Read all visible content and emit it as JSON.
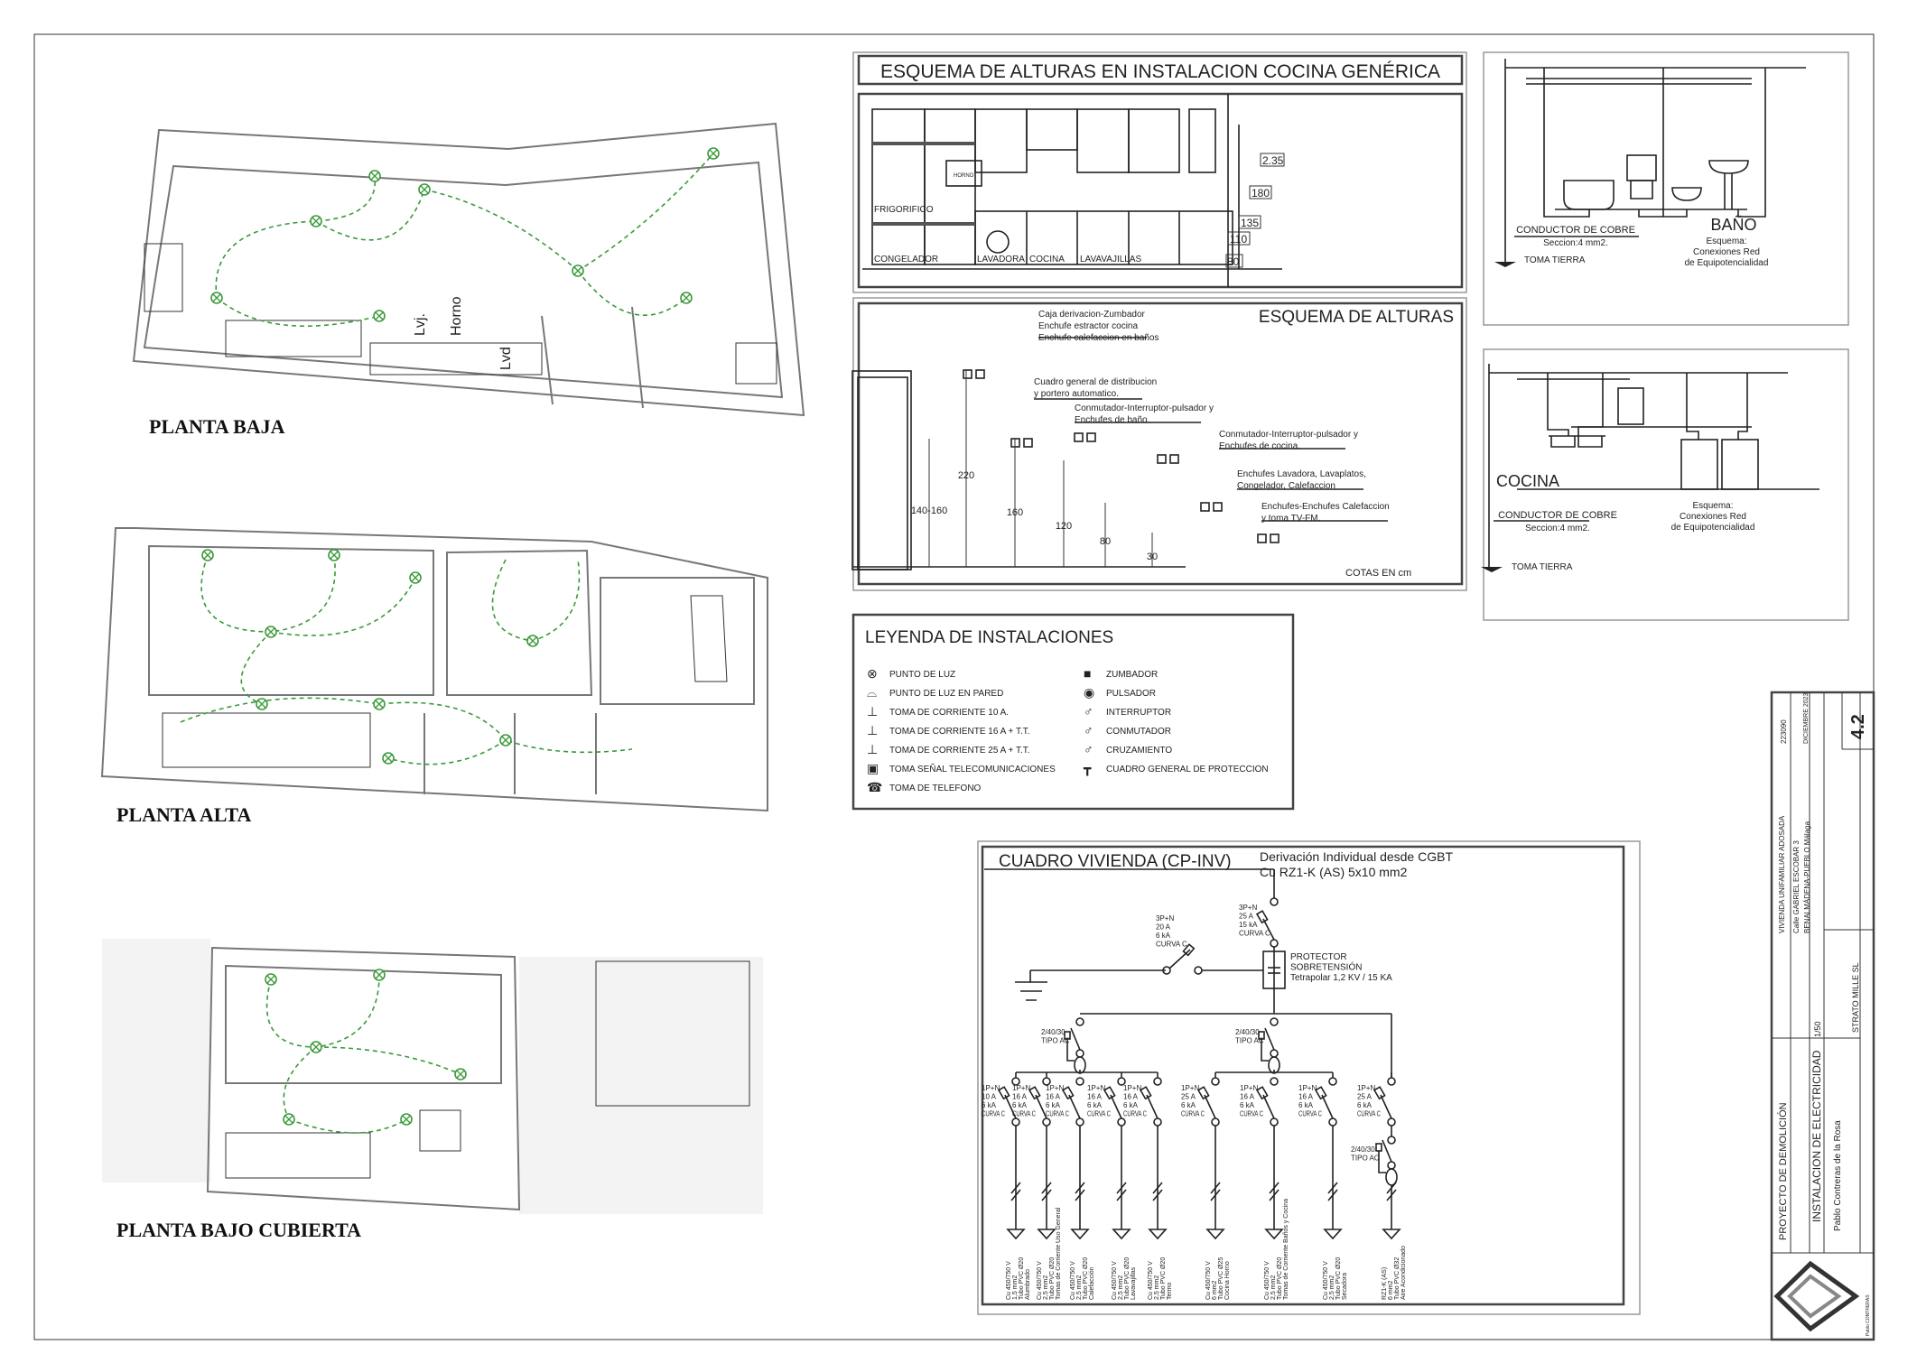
{
  "plans": {
    "planta_baja": "PLANTA BAJA",
    "planta_alta": "PLANTA ALTA",
    "planta_bajo_cubierta": "PLANTA BAJO CUBIERTA",
    "kitchen_labels": [
      "Lvj.",
      "Horno",
      "Lvd"
    ]
  },
  "kitchen_scheme": {
    "title": "ESQUEMA DE ALTURAS EN INSTALACION COCINA GENÉRICA",
    "labels": [
      "FRIGORIFICO",
      "CONGELADOR",
      "LAVADORA",
      "COCINA",
      "LAVAVAJILLAS",
      "HORNO"
    ],
    "heights": [
      "2.35",
      "180",
      "135",
      "110",
      "80"
    ]
  },
  "heights_scheme": {
    "title": "ESQUEMA DE ALTURAS",
    "notes": [
      [
        "Caja derivacion-Zumbador",
        "Enchufe estractor cocina",
        "Enchufe calefaccion en baños"
      ],
      [
        "Cuadro general de distribucion",
        "y portero automatico."
      ],
      [
        "Conmutador-Interruptor-pulsador y",
        "Enchufes de baño."
      ],
      [
        "Conmutador-Interruptor-pulsador y",
        "Enchufes de cocina."
      ],
      [
        "Enchufes Lavadora, Lavaplatos,",
        "Congelador, Calefaccion"
      ],
      [
        "Enchufes-Enchufes Calefaccion",
        "y toma TV-FM."
      ]
    ],
    "dims": [
      "140-160",
      "220",
      "160",
      "120",
      "80",
      "30"
    ],
    "units": "COTAS EN cm"
  },
  "bano": {
    "title": "BAÑO",
    "conductor": "CONDUCTOR DE COBRE",
    "section": "Seccion:4 mm2.",
    "earth": "TOMA TIERRA",
    "scheme": [
      "Esquema:",
      "Conexiones Red",
      "de Equipotencialidad"
    ]
  },
  "cocina": {
    "title": "COCINA",
    "conductor": "CONDUCTOR DE COBRE",
    "section": "Seccion:4 mm2.",
    "earth": "TOMA TIERRA",
    "scheme": [
      "Esquema:",
      "Conexiones Red",
      "de Equipotencialidad"
    ]
  },
  "legend": {
    "title": "LEYENDA DE INSTALACIONES",
    "left": [
      {
        "icon": "light-point-icon",
        "label": "PUNTO DE LUZ"
      },
      {
        "icon": "wall-light-icon",
        "label": "PUNTO DE LUZ EN PARED"
      },
      {
        "icon": "socket-10a-icon",
        "label": "TOMA DE CORRIENTE 10 A."
      },
      {
        "icon": "socket-16a-icon",
        "label": "TOMA DE CORRIENTE 16 A + T.T."
      },
      {
        "icon": "socket-25a-icon",
        "label": "TOMA DE CORRIENTE 25 A + T.T."
      },
      {
        "icon": "telecom-socket-icon",
        "label": "TOMA SEÑAL TELECOMUNICACIONES"
      },
      {
        "icon": "telephone-icon",
        "label": "TOMA DE TELEFONO"
      }
    ],
    "right": [
      {
        "icon": "buzzer-icon",
        "label": "ZUMBADOR"
      },
      {
        "icon": "push-button-icon",
        "label": "PULSADOR"
      },
      {
        "icon": "switch-icon",
        "label": "INTERRUPTOR"
      },
      {
        "icon": "two-way-switch-icon",
        "label": "CONMUTADOR"
      },
      {
        "icon": "cross-switch-icon",
        "label": "CRUZAMIENTO"
      },
      {
        "icon": "main-panel-icon",
        "label": "CUADRO GENERAL DE PROTECCION"
      }
    ]
  },
  "panel": {
    "title": "CUADRO VIVIENDA  (CP-INV)",
    "feed": [
      "Derivación Individual desde CGBT",
      "Cu RZ1-K (AS) 5x10 mm2"
    ],
    "main_breaker": [
      "3P+N",
      "25 A",
      "15 kA",
      "CURVA C"
    ],
    "surge_breaker": [
      "3P+N",
      "20 A",
      "6 kA",
      "CURVA C"
    ],
    "protector": [
      "PROTECTOR",
      "SOBRETENSIÓN",
      "Tetrapolar 1,2 KV / 15 KA"
    ],
    "rcd": [
      "2/40/30",
      "TIPO AC"
    ],
    "circuits": [
      {
        "spec": [
          "1P+N",
          "10 A",
          "6 kA",
          "CURVA C"
        ],
        "cable": [
          "Cu 450/750 V",
          "1,5 mm2",
          "Tubo PVC Ø20",
          "Alumbrado"
        ]
      },
      {
        "spec": [
          "1P+N",
          "16 A",
          "6 kA",
          "CURVA C"
        ],
        "cable": [
          "Cu 450/750 V",
          "2,5 mm2",
          "Tubo PVC Ø20",
          "Tomas de Corriente Uso General"
        ]
      },
      {
        "spec": [
          "1P+N",
          "16 A",
          "6 kA",
          "CURVA C"
        ],
        "cable": [
          "Cu 450/750 V",
          "2,5 mm2",
          "Tubo PVC Ø20",
          "Calefacción"
        ]
      },
      {
        "spec": [
          "1P+N",
          "16 A",
          "6 kA",
          "CURVA C"
        ],
        "cable": [
          "Cu 450/750 V",
          "2,5 mm2",
          "Tubo PVC Ø20",
          "Lavavajillas"
        ]
      },
      {
        "spec": [
          "1P+N",
          "16 A",
          "6 kA",
          "CURVA C"
        ],
        "cable": [
          "Cu 450/750 V",
          "2,5 mm2",
          "Tubo PVC Ø20",
          "Termo"
        ]
      },
      {
        "spec": [
          "1P+N",
          "25 A",
          "6 kA",
          "CURVA C"
        ],
        "cable": [
          "Cu 450/750 V",
          "6 mm2",
          "Tubo PVC Ø25",
          "Cocina Horno"
        ]
      },
      {
        "spec": [
          "1P+N",
          "16 A",
          "6 kA",
          "CURVA C"
        ],
        "cable": [
          "Cu 450/750 V",
          "2,5 mm2",
          "Tubo PVC Ø20",
          "Tomas de Corriente Baños y Cocina"
        ]
      },
      {
        "spec": [
          "1P+N",
          "16 A",
          "6 kA",
          "CURVA C"
        ],
        "cable": [
          "Cu 450/750 V",
          "2,5 mm2",
          "Tubo PVC Ø20",
          "Secadora"
        ]
      },
      {
        "spec": [
          "1P+N",
          "25 A",
          "6 kA",
          "CURVA C"
        ],
        "cable": [
          "RZ1-K (AS)",
          "6 mm2",
          "Tubo PVC Ø32",
          "Aire Acondicionado"
        ]
      }
    ]
  },
  "title_block": {
    "project": "PROYECTO DE DEMOLICIÓN",
    "building": "VIVIENDA UNIFAMILIAR ADOSADA",
    "address": "Calle GABRIEL ESCOBAR 3",
    "town": "BENALMÁDENA-PUEBLO  Málaga",
    "sheet_title": "INSTALACION DE ELECTRICIDAD",
    "scale": "1/50",
    "architect": "Pablo Contreras de la Rosa",
    "owner": "STRATO MILLE SL",
    "number": "223090",
    "date": "DICIEMBRE 2023",
    "sheet": "4.2",
    "logo_text": "Pablo CONTRERAS"
  }
}
